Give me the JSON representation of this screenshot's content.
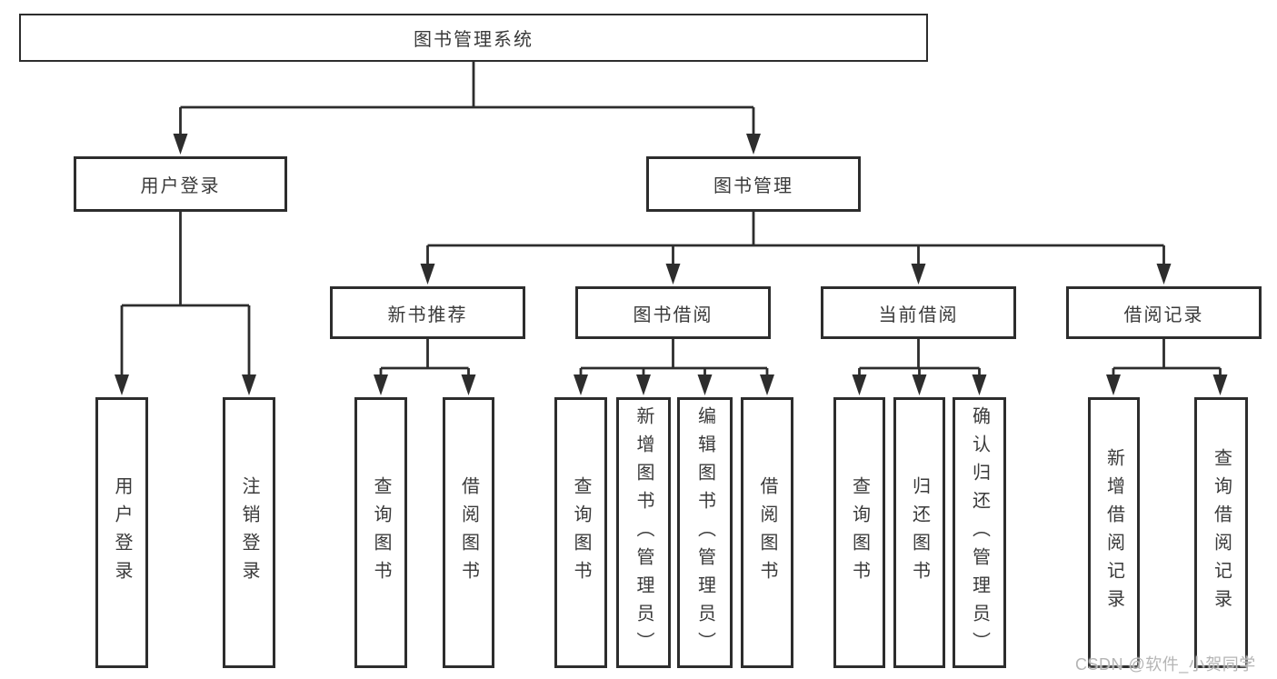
{
  "tree": {
    "label": "图书管理系统",
    "children": [
      {
        "label": "用户登录",
        "children": [
          {
            "label": "用户登录"
          },
          {
            "label": "注销登录"
          }
        ]
      },
      {
        "label": "图书管理",
        "children": [
          {
            "label": "新书推荐",
            "children": [
              {
                "label": "查询图书"
              },
              {
                "label": "借阅图书"
              }
            ]
          },
          {
            "label": "图书借阅",
            "children": [
              {
                "label": "查询图书"
              },
              {
                "label": "新增图书（管理员）"
              },
              {
                "label": "编辑图书（管理员）"
              },
              {
                "label": "借阅图书"
              }
            ]
          },
          {
            "label": "当前借阅",
            "children": [
              {
                "label": "查询图书"
              },
              {
                "label": "归还图书"
              },
              {
                "label": "确认归还（管理员）"
              }
            ]
          },
          {
            "label": "借阅记录",
            "children": [
              {
                "label": "新增借阅记录"
              },
              {
                "label": "查询借阅记录"
              }
            ]
          }
        ]
      }
    ]
  },
  "watermark": "CSDN @软件_小贺同学",
  "colors": {
    "line": "#2d2d2d",
    "box_border": "#2d2d2d",
    "text": "#3a3a3a",
    "watermark": "#b5b5b5",
    "background": "#ffffff"
  }
}
